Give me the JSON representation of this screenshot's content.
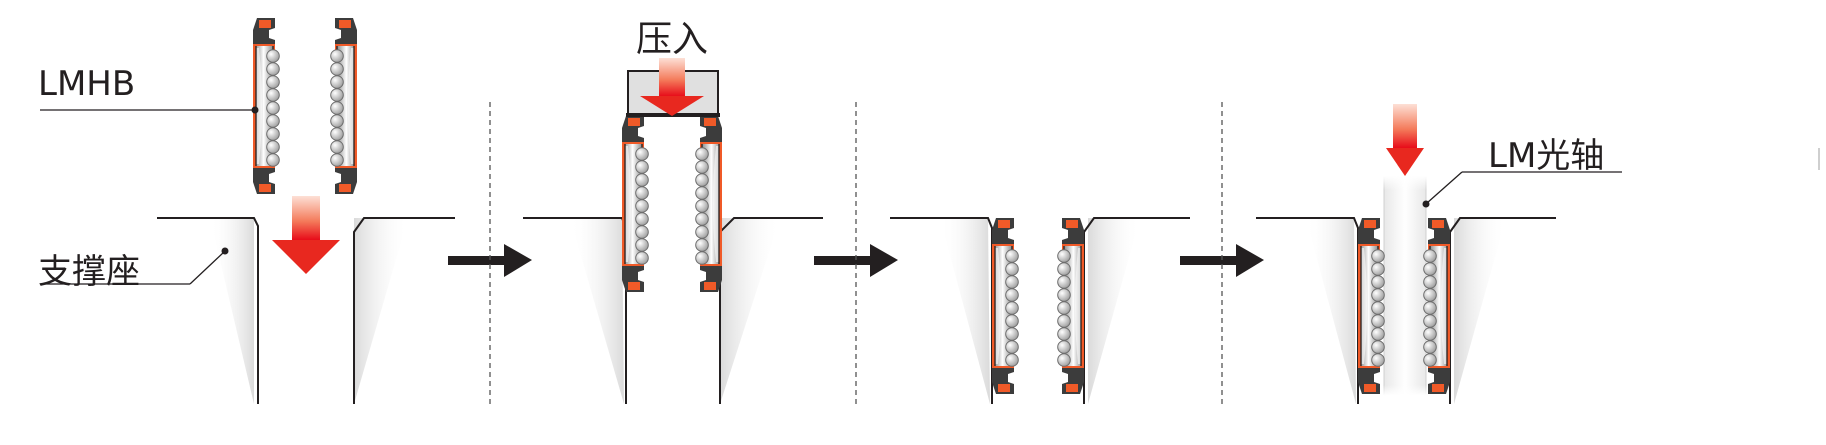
{
  "labels": {
    "lmhb": "LMHB",
    "support": "支撑座",
    "press_in": "压入",
    "lm_shaft": "LM光轴"
  },
  "colors": {
    "arrow_gradient_top": "#fde0d6",
    "arrow_gradient_bottom": "#e60012",
    "seal_orange": "#f05a28",
    "seal_dark": "#3c3c3c",
    "step_arrow": "#231f20",
    "divider": "#555555"
  },
  "icons": {
    "down_arrow": "down-arrow-icon",
    "step_arrow": "right-arrow-icon"
  }
}
